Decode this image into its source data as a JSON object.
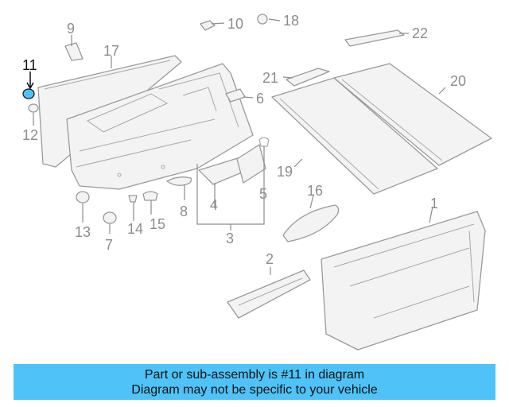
{
  "callouts": {
    "c1": "1",
    "c2": "2",
    "c3": "3",
    "c4": "4",
    "c5": "5",
    "c6": "6",
    "c7": "7",
    "c8": "8",
    "c9": "9",
    "c10": "10",
    "c11": "11",
    "c12": "12",
    "c13": "13",
    "c14": "14",
    "c15": "15",
    "c16": "16",
    "c17": "17",
    "c18": "18",
    "c19": "19",
    "c20": "20",
    "c21": "21",
    "c22": "22"
  },
  "highlight": {
    "color": "#4fc3f7"
  },
  "footer": {
    "line1": "Part or sub-assembly is #11 in diagram",
    "line2": "Diagram may not be specific to your vehicle"
  }
}
